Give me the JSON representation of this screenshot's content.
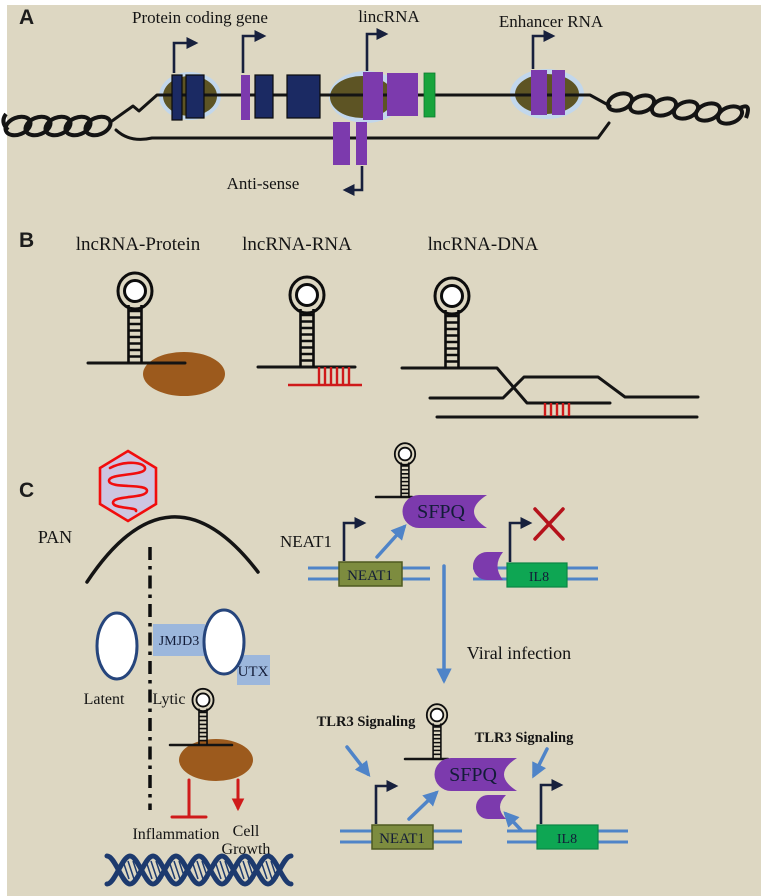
{
  "figure": {
    "panel_a": {
      "label": "A",
      "protein_coding_gene": "Protein coding gene",
      "lincrna": "lincRNA",
      "enhancer_rna": "Enhancer RNA",
      "anti_sense": "Anti-sense"
    },
    "panel_b": {
      "label": "B",
      "lncrna_protein": "lncRNA-Protein",
      "lncrna_rna": "lncRNA-RNA",
      "lncrna_dna": "lncRNA-DNA"
    },
    "panel_c": {
      "label": "C",
      "pan": "PAN",
      "neat1_label": "NEAT1",
      "jmjd3": "JMJD3",
      "utx": "UTX",
      "latent": "Latent",
      "lytic": "Lytic",
      "inflammation": "Inflammation",
      "cell": "Cell",
      "growth": "Growth",
      "sfpq_top": "SFPQ",
      "sfpq_bottom": "SFPQ",
      "neat1_gene_top": "NEAT1",
      "neat1_gene_bottom": "NEAT1",
      "il8_gene_top": "IL8",
      "il8_gene_bottom": "IL8",
      "viral_infection": "Viral infection",
      "tlr3_left": "TLR3 Signaling",
      "tlr3_right": "TLR3 Signaling"
    }
  },
  "colors": {
    "bg": "#ddd7c2",
    "ink": "#141414",
    "navyBox": "#1b2a63",
    "purple": "#7c3aad",
    "greenExon": "#18a43c",
    "oliveOval": "#5d5424",
    "halo": "#c2d7ec",
    "brown": "#9c5a1d",
    "red": "#cf1a1a",
    "virusRed": "#f10d0d",
    "virusFill": "#cdc5e1",
    "blue": "#4f84c8",
    "lightBlueBox": "#9cb7dc",
    "neatOlive": "#7d8c3f",
    "neatBorder": "#4e5a20",
    "il8Green": "#0ea653",
    "helixNavy": "#1d3a6e",
    "promoter": "#17203d",
    "boxText": "#131c38"
  }
}
